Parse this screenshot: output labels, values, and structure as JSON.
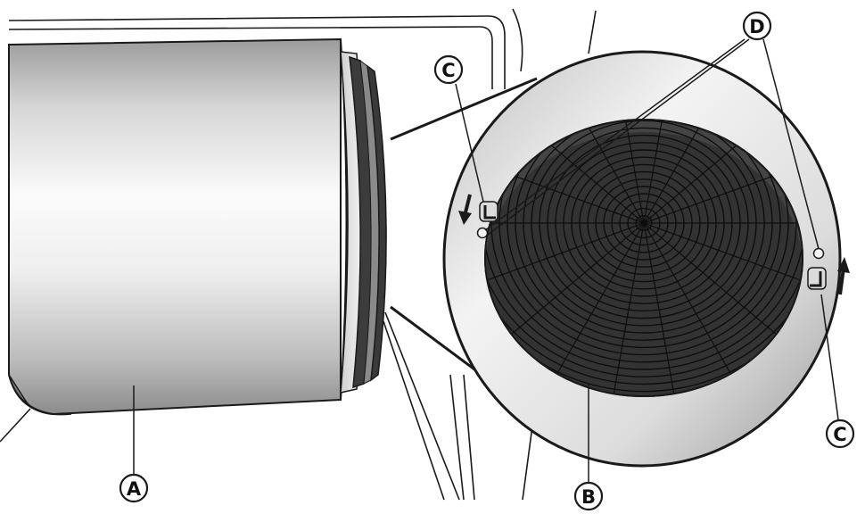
{
  "callouts": {
    "a": "A",
    "b": "B",
    "c_left": "C",
    "c_right": "C",
    "d": "D"
  },
  "icons": {
    "arrow_left": "arrow-down-icon",
    "arrow_right": "arrow-up-icon"
  },
  "colors": {
    "ink": "#1a1a1a",
    "filter": "#3a3a3a",
    "metal_light": "#f4f4f4",
    "metal_dark": "#9a9a9a"
  }
}
